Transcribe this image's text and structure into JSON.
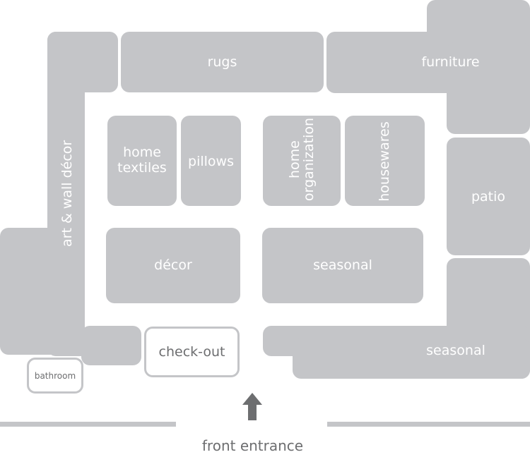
{
  "departments": {
    "art_wall_decor": "art & wall décor",
    "rugs": "rugs",
    "furniture": "furniture",
    "home_textiles_1": "home",
    "home_textiles_2": "textiles",
    "pillows": "pillows",
    "home_org_1": "home",
    "home_org_2": "organization",
    "housewares": "housewares",
    "patio": "patio",
    "decor": "décor",
    "seasonal_center": "seasonal",
    "seasonal_front": "seasonal",
    "checkout": "check-out",
    "bathroom": "bathroom"
  },
  "entrance": "front entrance",
  "colors": {
    "section": "#c4c5c8",
    "text_dark": "#6d6e70",
    "arrow": "#6d6e70"
  }
}
